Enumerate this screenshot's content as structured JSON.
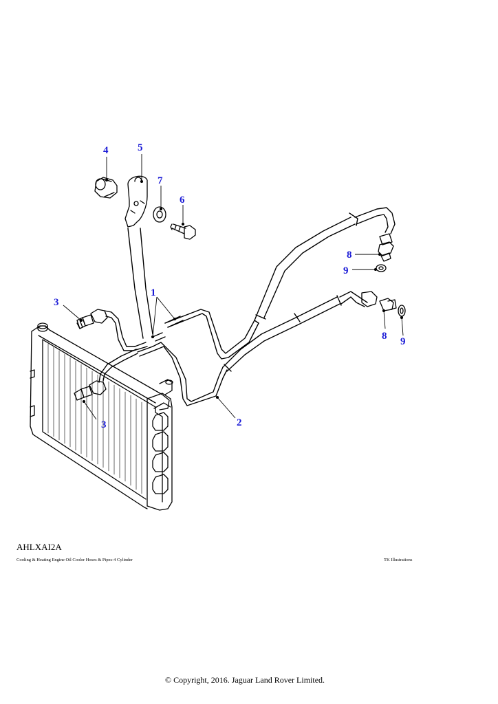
{
  "diagram": {
    "illustration_code": "AHLXAI2A",
    "caption": "Cooling & Heating Engine Oil Cooler Hoses & Pipes-4 Cylinder",
    "credit": "TK Illustrations",
    "copyright": "© Copyright, 2016. Jaguar Land Rover Limited.",
    "callouts": [
      "4",
      "5",
      "7",
      "6",
      "1",
      "3",
      "8",
      "9",
      "8",
      "9",
      "3",
      "2"
    ],
    "colors": {
      "callout": "#1a1ad6",
      "ink": "#000000",
      "background": "#ffffff"
    }
  }
}
